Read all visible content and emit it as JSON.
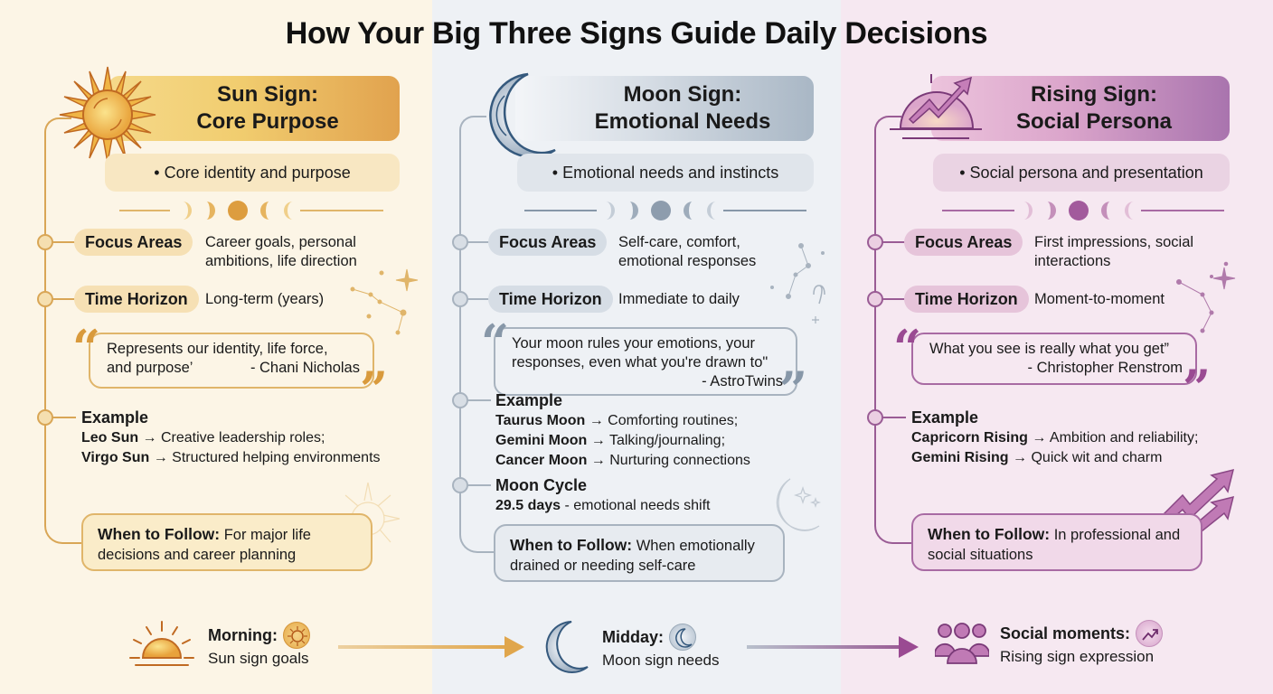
{
  "title": "How Your Big Three Signs Guide Daily Decisions",
  "colors": {
    "sun_accent": "#d99a3c",
    "moon_accent": "#8797a8",
    "rising_accent": "#9a4a92",
    "sun_bg": "#fcf5e6",
    "moon_bg": "#eef1f5",
    "rising_bg": "#f6e8f1"
  },
  "columns": {
    "sun": {
      "icon": "sun-icon",
      "header_line1": "Sun Sign:",
      "header_line2": "Core Purpose",
      "bullet": "• Core identity and purpose",
      "focus_label": "Focus Areas",
      "focus_line1": "Career goals, personal",
      "focus_line2": "ambitions, life direction",
      "time_label": "Time Horizon",
      "time_value": "Long-term (years)",
      "quote_line1": "Represents our identity, life force,",
      "quote_line2": "and purpose’",
      "quote_author": "- Chani Nicholas",
      "example_title": "Example",
      "examples": [
        {
          "sign": "Leo Sun",
          "arrow": " → ",
          "desc": "Creative leadership roles;"
        },
        {
          "sign": "Virgo Sun",
          "arrow": " → ",
          "desc": "Structured helping environments"
        }
      ],
      "follow_label": "When to Follow:",
      "follow_line1": " For major life",
      "follow_line2": "decisions and career planning"
    },
    "moon": {
      "icon": "crescent-moon-icon",
      "header_line1": "Moon Sign:",
      "header_line2": "Emotional Needs",
      "bullet": "• Emotional needs and instincts",
      "focus_label": "Focus Areas",
      "focus_line1": "Self-care, comfort,",
      "focus_line2": "emotional responses",
      "time_label": "Time Horizon",
      "time_value": "Immediate to daily",
      "quote_line1": "Your moon rules your emotions, your",
      "quote_line2": "responses, even what you're drawn to\"",
      "quote_author": "- AstroTwins",
      "example_title": "Example",
      "examples": [
        {
          "sign": "Taurus Moon",
          "arrow": " → ",
          "desc": "Comforting routines;"
        },
        {
          "sign": "Gemini Moon",
          "arrow": " → ",
          "desc": "Talking/journaling;"
        },
        {
          "sign": "Cancer Moon",
          "arrow": " → ",
          "desc": "Nurturing connections"
        }
      ],
      "cycle_title": "Moon Cycle",
      "cycle_value": "29.5 days",
      "cycle_desc": " - emotional needs shift",
      "follow_label": "When to Follow:",
      "follow_line1": " When emotionally",
      "follow_line2": "drained or needing self-care"
    },
    "rising": {
      "icon": "rising-chart-icon",
      "header_line1": "Rising Sign:",
      "header_line2": "Social Persona",
      "bullet": "• Social persona and presentation",
      "focus_label": "Focus Areas",
      "focus_line1": "First impressions, social",
      "focus_line2": "interactions",
      "time_label": "Time Horizon",
      "time_value": "Moment-to-moment",
      "quote_line1": "What you see is really what you get”",
      "quote_author": "- Christopher Renstrom",
      "example_title": "Example",
      "examples": [
        {
          "sign": "Capricorn Rising",
          "arrow": " → ",
          "desc": "Ambition and reliability;"
        },
        {
          "sign": "Gemini Rising",
          "arrow": " → ",
          "desc": "Quick wit and charm"
        }
      ],
      "follow_label": "When to Follow:",
      "follow_line1": " In professional and",
      "follow_line2": "social situations"
    }
  },
  "timeline": [
    {
      "icon": "sunrise-icon",
      "badge_icon": "sun-badge-icon",
      "label": "Morning:",
      "desc": "Sun sign goals"
    },
    {
      "icon": "crescent-moon-icon",
      "badge_icon": "moon-badge-icon",
      "label": "Midday:",
      "desc": "Moon sign needs"
    },
    {
      "icon": "people-group-icon",
      "badge_icon": "trend-up-badge-icon",
      "label": "Social moments:",
      "desc": "Rising sign expression"
    }
  ]
}
